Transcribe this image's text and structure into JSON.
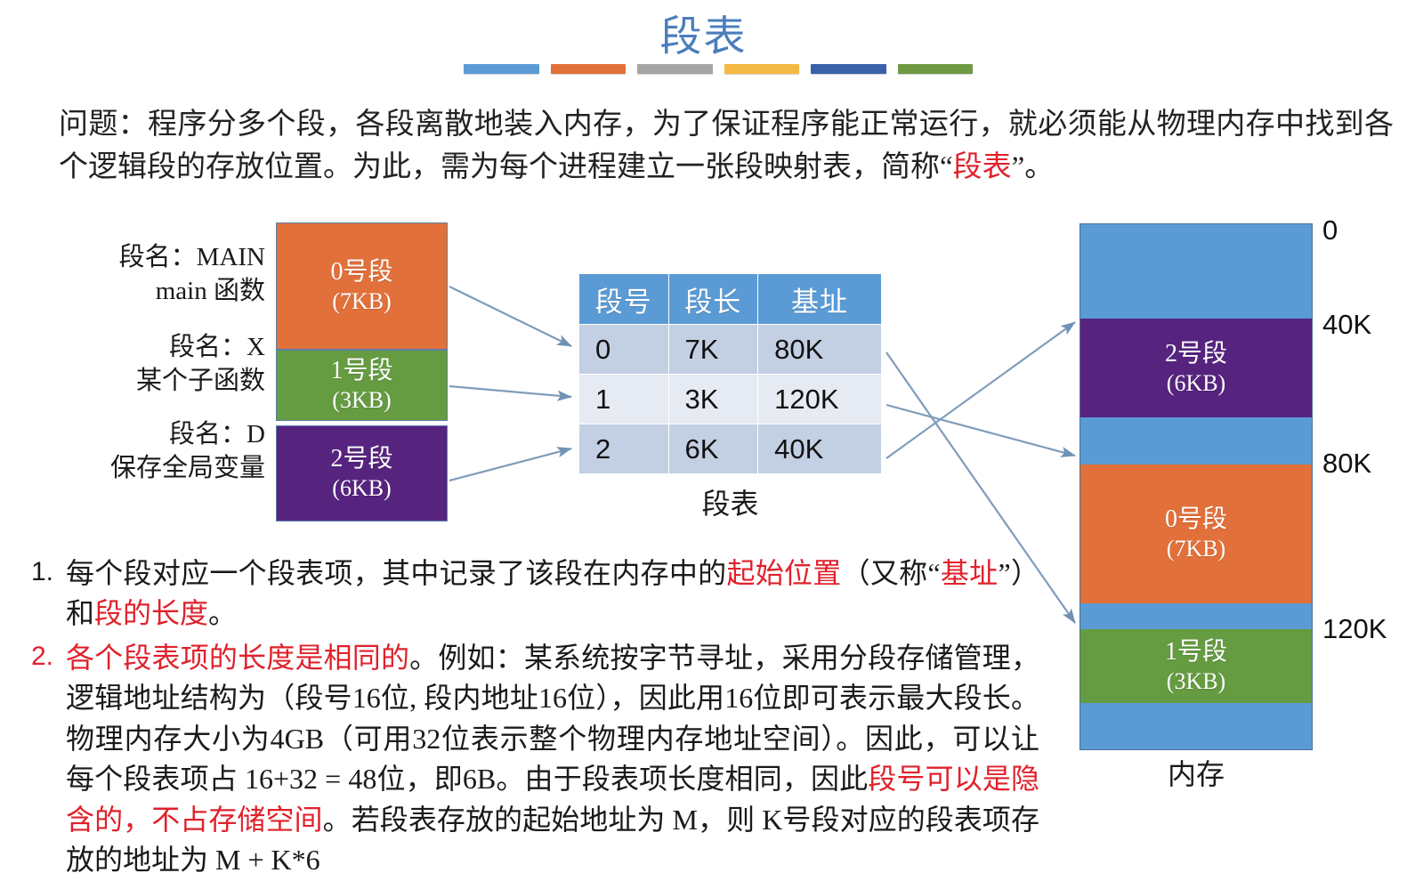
{
  "title": "段表",
  "title_rule_colors": [
    "#5b9bd5",
    "#e2703a",
    "#a5a5a5",
    "#f4b942",
    "#3a62ab",
    "#6f9a44"
  ],
  "intro": {
    "part1": "问题：程序分多个段，各段离散地装入内存，为了保证程序能正常运行，就必须能从物理内存中找到各个逻辑段的存放位置。为此，需为每个进程建立一张段映射表，简称“",
    "highlight": "段表",
    "part2": "”。"
  },
  "process_segments": {
    "labels": [
      {
        "line1": "段名：MAIN",
        "line2": "main 函数"
      },
      {
        "line1": "段名：X",
        "line2": "某个子函数"
      },
      {
        "line1": "段名：D",
        "line2": "保存全局变量"
      }
    ],
    "blocks": [
      {
        "name": "0号段",
        "size": "(7KB)",
        "color": "#e2703a"
      },
      {
        "name": "1号段",
        "size": "(3KB)",
        "color": "#659b41"
      },
      {
        "name": "2号段",
        "size": "(6KB)",
        "color": "#56247f"
      }
    ]
  },
  "segment_table": {
    "caption": "段表",
    "headers": [
      "段号",
      "段长",
      "基址"
    ],
    "rows": [
      {
        "seg_no": "0",
        "length": "7K",
        "base": "80K"
      },
      {
        "seg_no": "1",
        "length": "3K",
        "base": "120K"
      },
      {
        "seg_no": "2",
        "length": "6K",
        "base": "40K"
      }
    ]
  },
  "memory": {
    "caption": "内存",
    "background_color": "#5b9bd5",
    "blocks": [
      {
        "name": "2号段",
        "size": "(6KB)",
        "color": "#56247f"
      },
      {
        "name": "0号段",
        "size": "(7KB)",
        "color": "#e2703a"
      },
      {
        "name": "1号段",
        "size": "(3KB)",
        "color": "#659b41"
      }
    ],
    "addresses": [
      "0",
      "40K",
      "80K",
      "120K"
    ]
  },
  "notes": [
    {
      "num": "1.",
      "num_color": "#1a1a1a",
      "segments": [
        {
          "text": "每个段对应一个段表项，其中记录了该段在内存中的",
          "color": "black"
        },
        {
          "text": "起始位置",
          "color": "red"
        },
        {
          "text": "（又称“",
          "color": "black"
        },
        {
          "text": "基址",
          "color": "red"
        },
        {
          "text": "”）和",
          "color": "black"
        },
        {
          "text": "段的长度",
          "color": "red"
        },
        {
          "text": "。",
          "color": "black"
        }
      ]
    },
    {
      "num": "2.",
      "num_color": "#e0212b",
      "segments": [
        {
          "text": "各个段表项的长度是相同的",
          "color": "red"
        },
        {
          "text": "。例如：某系统按字节寻址，采用分段存储管理，逻辑地址结构为（段号16位, 段内地址16位），因此用16位即可表示最大段长。物理内存大小为4GB（可用32位表示整个物理内存地址空间）。因此，可以让每个段表项占 16+32 = 48位，即6B。由于段表项长度相同，因此",
          "color": "black"
        },
        {
          "text": "段号可以是隐含的，不占存储空间",
          "color": "red"
        },
        {
          "text": "。若段表存放的起始地址为 M，则 K号段对应的段表项存放的地址为 M + K*6",
          "color": "black"
        }
      ]
    }
  ],
  "arrow_color": "#7f9cba"
}
